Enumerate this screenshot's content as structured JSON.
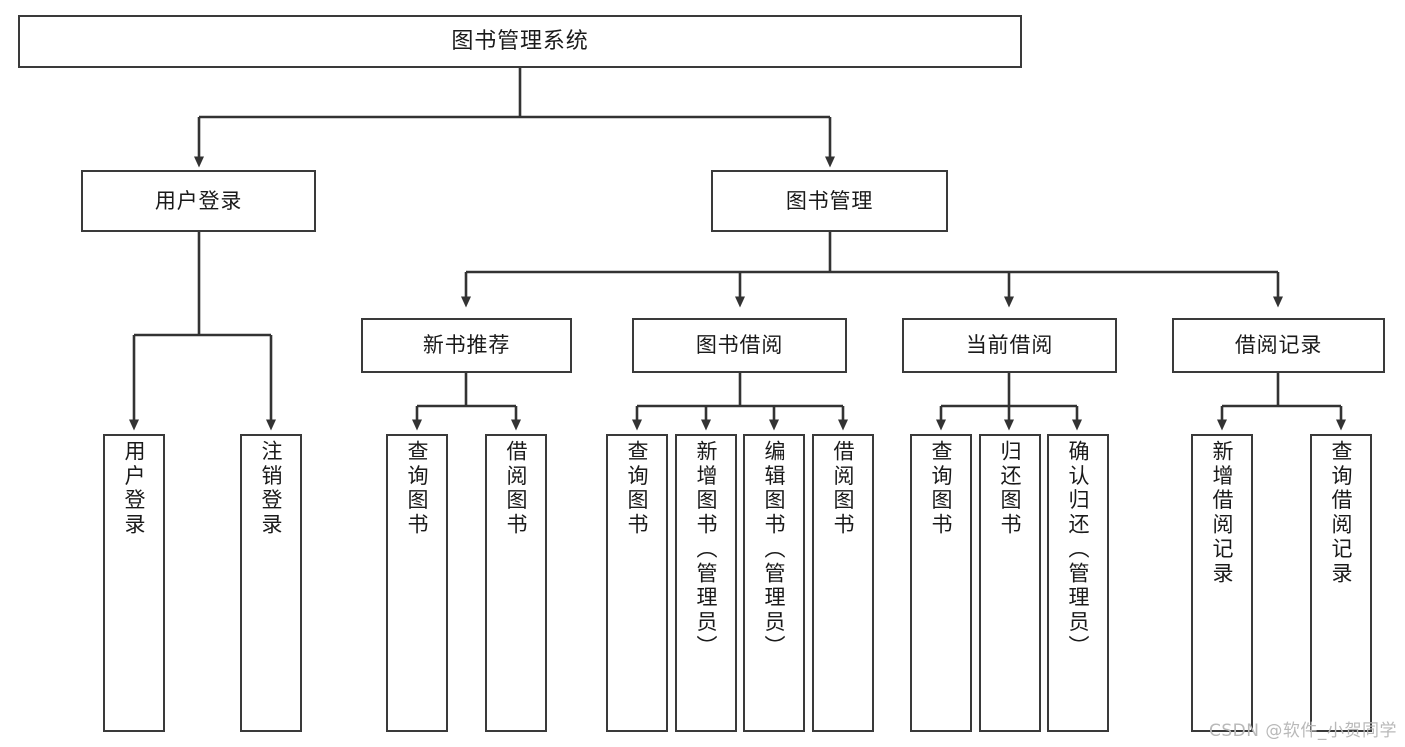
{
  "diagram": {
    "title": "图书管理系统",
    "type": "tree-hierarchy",
    "root": {
      "id": "root",
      "label": "图书管理系统"
    },
    "level2": [
      {
        "id": "user-login",
        "label": "用户登录"
      },
      {
        "id": "book-management",
        "label": "图书管理"
      }
    ],
    "level3": [
      {
        "id": "new-book-recommend",
        "label": "新书推荐",
        "parent": "book-management"
      },
      {
        "id": "book-borrow",
        "label": "图书借阅",
        "parent": "book-management"
      },
      {
        "id": "current-borrow",
        "label": "当前借阅",
        "parent": "book-management"
      },
      {
        "id": "borrow-record",
        "label": "借阅记录",
        "parent": "book-management"
      }
    ],
    "leaves": [
      {
        "id": "leaf-user-login",
        "label": "用户登录",
        "parent": "user-login"
      },
      {
        "id": "leaf-user-logout",
        "label": "注销登录",
        "parent": "user-login"
      },
      {
        "id": "leaf-query-book-1",
        "label": "查询图书",
        "parent": "new-book-recommend"
      },
      {
        "id": "leaf-borrow-book-1",
        "label": "借阅图书",
        "parent": "new-book-recommend"
      },
      {
        "id": "leaf-query-book-2",
        "label": "查询图书",
        "parent": "book-borrow"
      },
      {
        "id": "leaf-add-book",
        "label": "新增图书（管理员）",
        "parent": "book-borrow"
      },
      {
        "id": "leaf-edit-book",
        "label": "编辑图书（管理员）",
        "parent": "book-borrow"
      },
      {
        "id": "leaf-borrow-book-2",
        "label": "借阅图书",
        "parent": "book-borrow"
      },
      {
        "id": "leaf-query-book-3",
        "label": "查询图书",
        "parent": "current-borrow"
      },
      {
        "id": "leaf-return-book",
        "label": "归还图书",
        "parent": "current-borrow"
      },
      {
        "id": "leaf-confirm-return",
        "label": "确认归还（管理员）",
        "parent": "current-borrow"
      },
      {
        "id": "leaf-add-record",
        "label": "新增借阅记录",
        "parent": "borrow-record"
      },
      {
        "id": "leaf-query-record",
        "label": "查询借阅记录",
        "parent": "borrow-record"
      }
    ]
  },
  "watermark": {
    "text": "CSDN @软件_小贺同学"
  },
  "colors": {
    "box_border": "#3a3a3a",
    "box_fill": "#ffffff",
    "connector": "#333333",
    "text": "#1a1a1a",
    "watermark": "#b9b9b9",
    "background": "#ffffff"
  }
}
